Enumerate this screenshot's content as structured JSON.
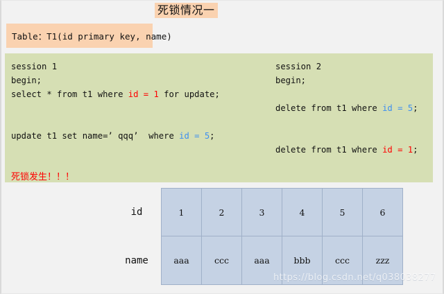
{
  "slide": {
    "title": "死锁情况一",
    "title_bg": "#fad2b0",
    "background": "#f2f2f2"
  },
  "schema": {
    "label": "Table：T1(id primary key, name)",
    "bg": "#fad2b0"
  },
  "session_block": {
    "bg": "#d6dfb4",
    "columns": [
      {
        "name": "session-1",
        "lines": [
          {
            "segments": [
              {
                "text": "session 1",
                "color": "default"
              }
            ]
          },
          {
            "segments": [
              {
                "text": "begin;",
                "color": "default"
              }
            ]
          },
          {
            "segments": [
              {
                "text": "select * from t1 where ",
                "color": "default"
              },
              {
                "text": "id = 1",
                "color": "red"
              },
              {
                "text": " for update;",
                "color": "default"
              }
            ]
          },
          {
            "segments": [
              {
                "text": "",
                "color": "default"
              }
            ]
          },
          {
            "segments": [
              {
                "text": "",
                "color": "default"
              }
            ]
          },
          {
            "segments": [
              {
                "text": "update t1 set name=’ qqq’  where ",
                "color": "default"
              },
              {
                "text": "id = 5",
                "color": "blue"
              },
              {
                "text": ";",
                "color": "default"
              }
            ]
          },
          {
            "segments": [
              {
                "text": "",
                "color": "default"
              }
            ]
          },
          {
            "segments": [
              {
                "text": "",
                "color": "default"
              }
            ]
          }
        ],
        "note": "死锁发生！！！"
      },
      {
        "name": "session-2",
        "lines": [
          {
            "segments": [
              {
                "text": "session 2",
                "color": "default"
              }
            ]
          },
          {
            "segments": [
              {
                "text": "begin;",
                "color": "default"
              }
            ]
          },
          {
            "segments": [
              {
                "text": "",
                "color": "default"
              }
            ]
          },
          {
            "segments": [
              {
                "text": "delete from t1 where ",
                "color": "default"
              },
              {
                "text": "id = 5",
                "color": "blue"
              },
              {
                "text": ";",
                "color": "default"
              }
            ]
          },
          {
            "segments": [
              {
                "text": "",
                "color": "default"
              }
            ]
          },
          {
            "segments": [
              {
                "text": "",
                "color": "default"
              }
            ]
          },
          {
            "segments": [
              {
                "text": "delete from t1 where ",
                "color": "default"
              },
              {
                "text": "id = 1",
                "color": "red"
              },
              {
                "text": ";",
                "color": "default"
              }
            ]
          }
        ],
        "note": ""
      }
    ],
    "colors": {
      "red": "#fe0000",
      "blue": "#3d8ff0",
      "default": "#111111"
    }
  },
  "data_grid": {
    "cell_bg": "#c5d2e4",
    "cell_border": "#9fb0c8",
    "rows": [
      {
        "label": "id",
        "values": [
          "1",
          "2",
          "3",
          "4",
          "5",
          "6"
        ]
      },
      {
        "label": "name",
        "values": [
          "aaa",
          "ccc",
          "aaa",
          "bbb",
          "ccc",
          "zzz"
        ]
      }
    ]
  },
  "watermark": {
    "text": "https://blog.csdn.net/q038038277"
  }
}
